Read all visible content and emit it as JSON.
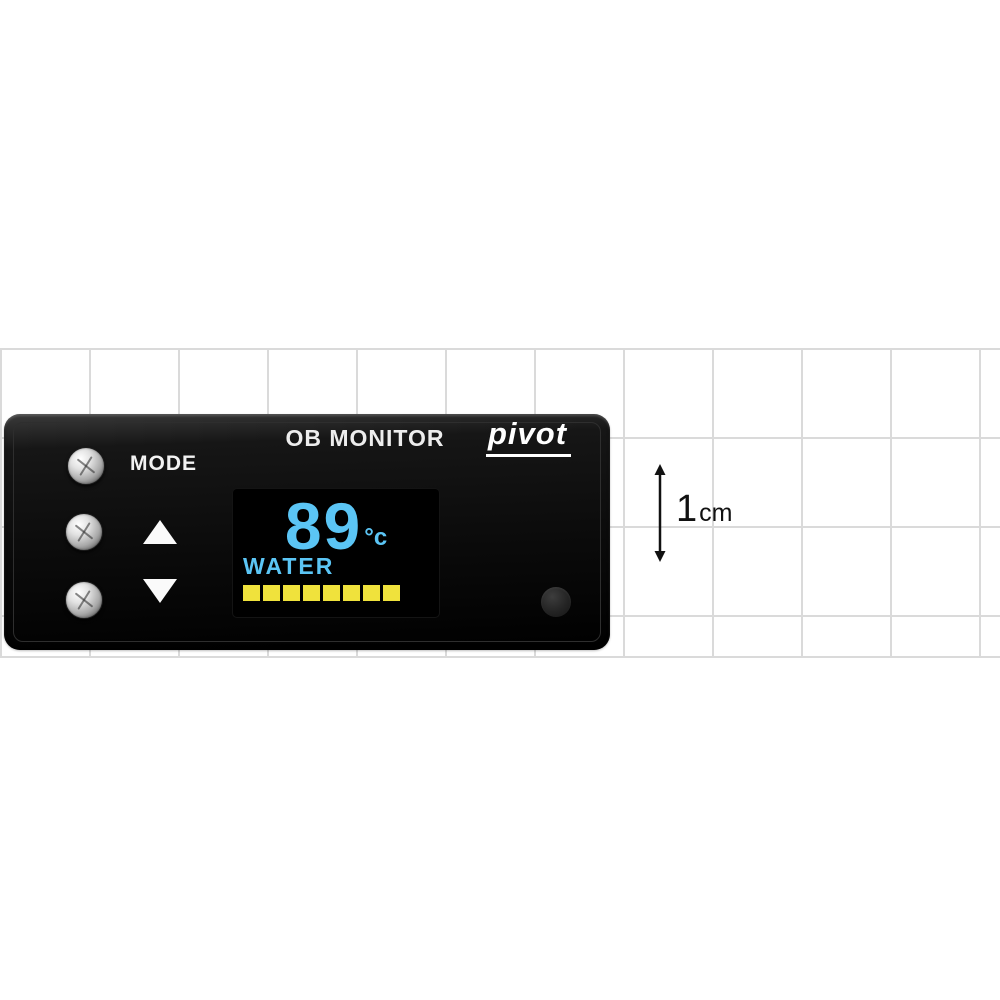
{
  "page": {
    "background": "#ffffff",
    "grid_color": "#dadada"
  },
  "device": {
    "header": {
      "title": "OB MONITOR",
      "brand": "pivot"
    },
    "controls": {
      "mode_label": "MODE",
      "up_icon": "up-arrow-icon",
      "down_icon": "down-arrow-icon"
    },
    "display": {
      "value": "89",
      "unit": "°c",
      "channel": "WATER",
      "bar_segments": 8,
      "value_color": "#5bc5f5",
      "bar_color": "#f0e23c"
    }
  },
  "scale_annotation": {
    "number": "1",
    "unit": "cm"
  }
}
